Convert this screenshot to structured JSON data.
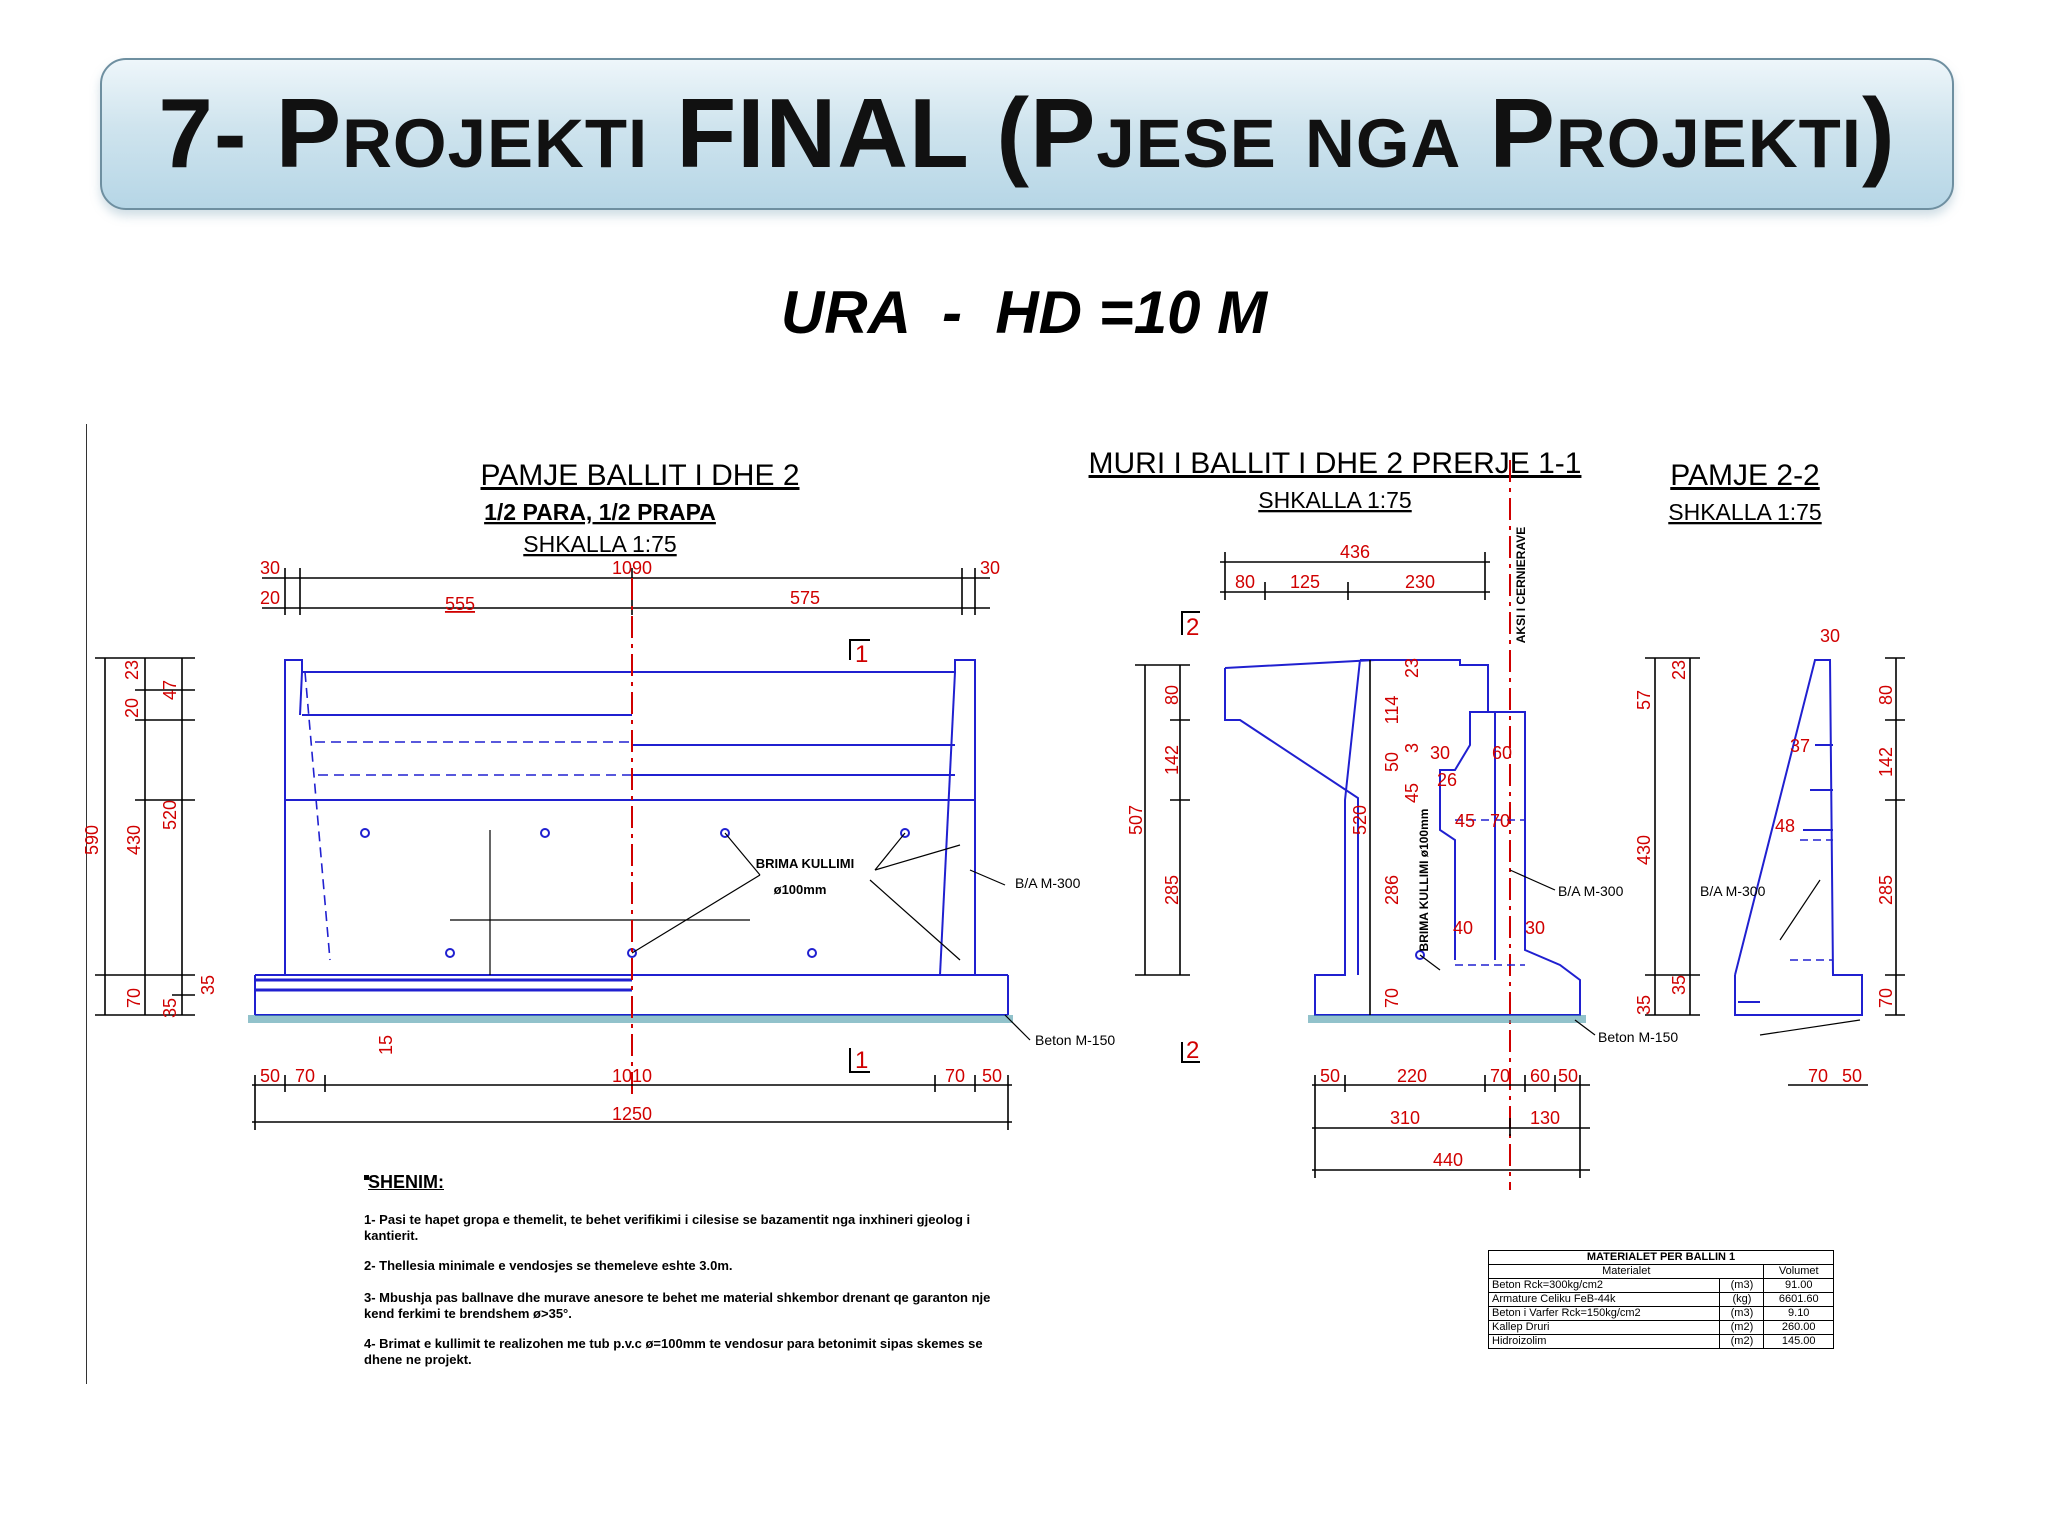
{
  "slide": {
    "title": "7- Projekti FINAL (Pjese nga Projekti)",
    "subtitle": "URA  -  HD =10 M"
  },
  "views": {
    "front": {
      "title": "PAMJE BALLIT I DHE 2",
      "subtitle": "1/2 PARA, 1/2 PRAPA",
      "scale": "SHKALLA 1:75"
    },
    "section": {
      "title": "MURI I BALLIT I DHE 2 PRERJE 1-1",
      "scale": "SHKALLA 1:75",
      "axis_label": "AKSI I CERNIERAVE"
    },
    "side": {
      "title": "PAMJE 2-2",
      "scale": "SHKALLA 1:75"
    }
  },
  "dimensions": {
    "front_top": [
      "30",
      "1090",
      "30",
      "20",
      "555",
      "575"
    ],
    "front_bottom": [
      "50",
      "70",
      "1010",
      "70",
      "50",
      "1250"
    ],
    "front_left": [
      "590",
      "430",
      "70",
      "520",
      "23",
      "20",
      "47",
      "35",
      "35",
      "15"
    ],
    "section_top": [
      "436",
      "80",
      "125",
      "230"
    ],
    "section_bottom": [
      "50",
      "220",
      "70",
      "60",
      "50",
      "310",
      "130",
      "440"
    ],
    "section_vertical": [
      "80",
      "142",
      "507",
      "285",
      "114",
      "23",
      "520",
      "286",
      "70",
      "50",
      "45",
      "3",
      "30",
      "60",
      "26",
      "45",
      "70",
      "40",
      "30"
    ],
    "side": [
      "57",
      "23",
      "430",
      "35",
      "35",
      "30",
      "37",
      "48",
      "80",
      "142",
      "285",
      "70",
      "70",
      "50"
    ]
  },
  "labels": {
    "brima_front": "BRIMA KULLIMI",
    "brima_front_dia": "ø100mm",
    "brima_section": "BRIMA KULLIMI ø100mm",
    "concrete_ba": "B/A M-300",
    "concrete_lean": "Beton M-150",
    "section_markers": [
      "1",
      "1",
      "2",
      "2"
    ]
  },
  "notes": {
    "title": "SHENIM:",
    "items": [
      "1- Pasi te hapet gropa e themelit, te behet verifikimi i cilesise se bazamentit nga inxhineri gjeolog i kantierit.",
      "2- Thellesia minimale e vendosjes se themeleve eshte 3.0m.",
      "3- Mbushja pas ballnave dhe murave anesore te behet me material shkembor drenant qe garanton nje kend ferkimi te brendshem ø>35°.",
      "4- Brimat e kullimit te realizohen me tub p.v.c ø=100mm te vendosur para betonimit sipas skemes se dhene ne projekt."
    ]
  },
  "materials_table": {
    "caption": "MATERIALET PER BALLIN 1",
    "headers": [
      "Materialet",
      "",
      "Volumet"
    ],
    "rows": [
      [
        "Beton Rck=300kg/cm2",
        "(m3)",
        "91.00"
      ],
      [
        "Armature Celiku FeB-44k",
        "(kg)",
        "6601.60"
      ],
      [
        "Beton i Varfer Rck=150kg/cm2",
        "(m3)",
        "9.10"
      ],
      [
        "Kallep Druri",
        "(m2)",
        "260.00"
      ],
      [
        "Hidroizolim",
        "(m2)",
        "145.00"
      ]
    ]
  },
  "colors": {
    "outline": "#2020d0",
    "dimension": "#d00000",
    "axis": "#d00000",
    "lean_concrete": "#4a9aa8",
    "banner_top": "#eef6fa",
    "banner_bottom": "#b6d6e6"
  }
}
